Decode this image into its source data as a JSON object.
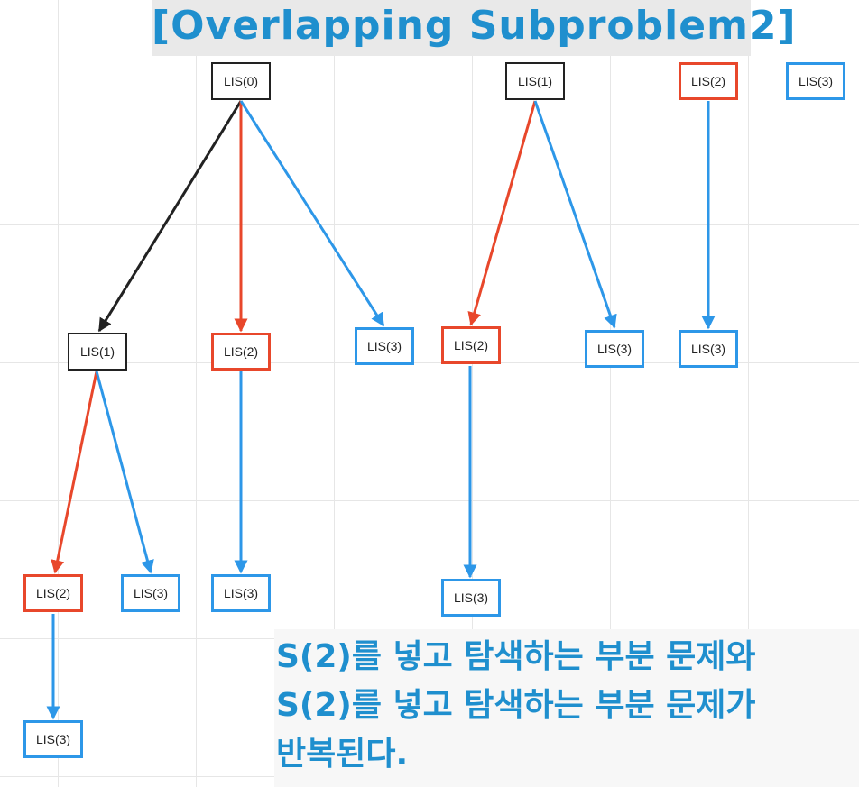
{
  "title": "[Overlapping Subproblem2]",
  "colors": {
    "black": "#222222",
    "red": "#e8472b",
    "blue": "#2d97e8",
    "title": "#1f8fce"
  },
  "nodes": {
    "a_lis0": "LIS(0)",
    "a_lis1": "LIS(1)",
    "a_lis2_left": "LIS(2)",
    "a_lis3_left_leaf": "LIS(3)",
    "a_lis3_left_sibling": "LIS(3)",
    "a_lis2_mid": "LIS(2)",
    "a_lis3_mid": "LIS(3)",
    "a_lis3_right": "LIS(3)",
    "b_lis1": "LIS(1)",
    "b_lis2": "LIS(2)",
    "b_lis3_leaf": "LIS(3)",
    "b_lis3_right": "LIS(3)",
    "c_lis2": "LIS(2)",
    "c_lis3": "LIS(3)",
    "d_lis3": "LIS(3)"
  },
  "note": {
    "line1": "S(2)를 넣고 탐색하는 부분 문제와",
    "line2": "S(2)를 넣고 탐색하는 부분 문제가",
    "line3": "반복된다."
  }
}
